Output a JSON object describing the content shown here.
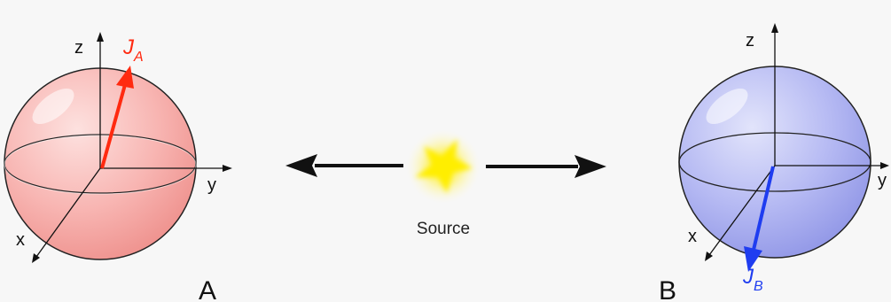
{
  "panels": {
    "a": {
      "label": "A",
      "vector_main": "J",
      "vector_sub": "A",
      "color": "#ff2a10",
      "sphere_color": "#f6a7a4"
    },
    "b": {
      "label": "B",
      "vector_main": "J",
      "vector_sub": "B",
      "color": "#1f3df0",
      "sphere_color": "#a9aef2"
    }
  },
  "axes": {
    "x": "x",
    "y": "y",
    "z": "z"
  },
  "source": {
    "label": "Source",
    "glow_color": "#ffee00"
  }
}
